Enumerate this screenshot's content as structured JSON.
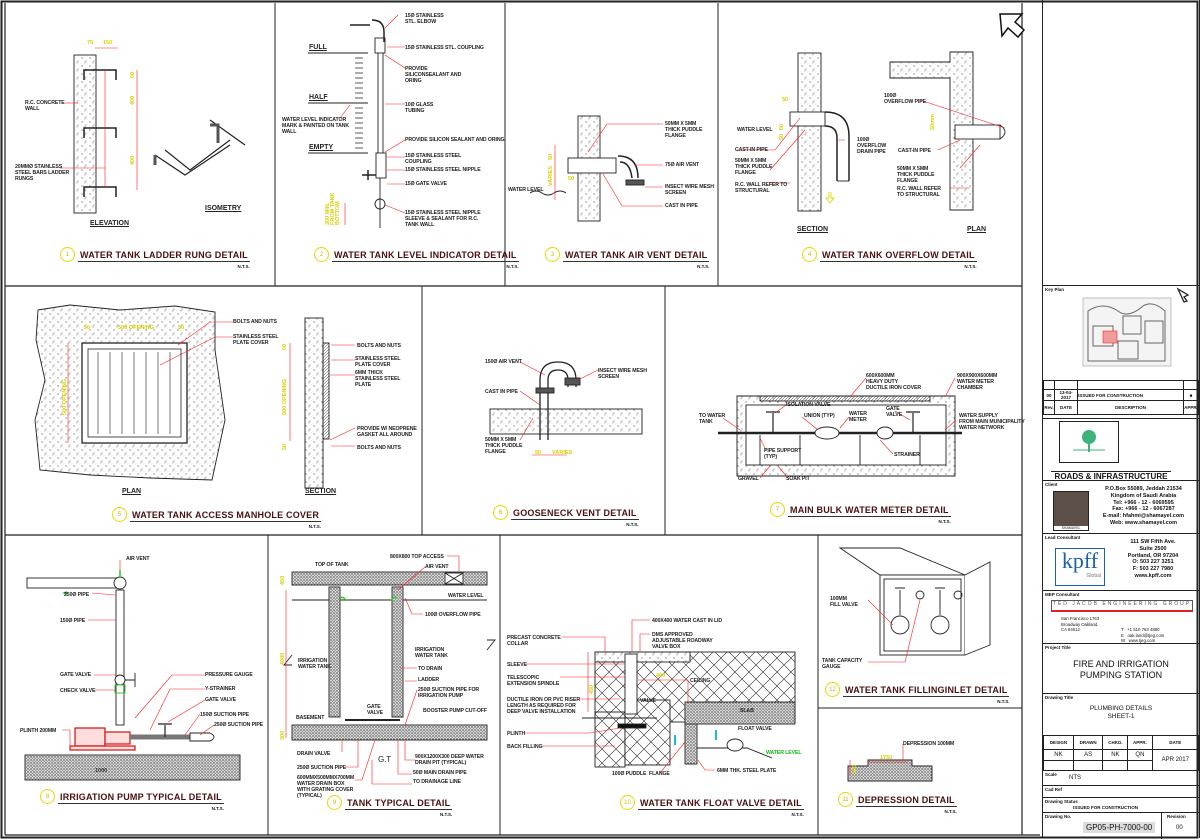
{
  "details": [
    {
      "num": "1",
      "title": "WATER TANK LADDER RUNG DETAIL",
      "scale": "N.T.S.",
      "views": [
        "ELEVATION",
        "ISOMETRY"
      ],
      "labels": [
        "R.C. CONCRETE\nWALL",
        "20mmø STAINLESS\nSTEEL BARS LADDER\nRUNGS"
      ],
      "dims": [
        "75",
        "150",
        "50",
        "400",
        "400"
      ]
    },
    {
      "num": "2",
      "title": "WATER TANK LEVEL INDICATOR DETAIL",
      "scale": "N.T.S.",
      "levels": [
        "FULL",
        "HALF",
        "EMPTY"
      ],
      "labels": [
        "15ø STAINLESS\nSTL. ELBOW",
        "15ø STAINLESS STL. COUPLING",
        "PROVIDE\nSILICONSEALANT AND\nORING",
        "10ø GLASS\nTUBING",
        "PROVIDE SILICON SEALANT AND ORING",
        "15ø STAINLESS STEEL\nCOUPLING",
        "15ø STAINLESS STEEL NIPPLE",
        "15ø GATE VALVE",
        "15ø STAINLESS STEEL NIPPLE\nSLEEVE & SEALANT FOR R.C.\nTANK WALL",
        "WATER LEVEL INDICATOR\nMARK & PAINTED ON TANK\nWALL"
      ],
      "dims": [
        "300 MIN.\nFROM TANK\nBOTTOM"
      ]
    },
    {
      "num": "3",
      "title": "WATER TANK AIR VENT DETAIL",
      "scale": "N.T.S.",
      "labels": [
        "50mm x 5mm\nTHICK PUDDLE\nFLANGE",
        "75ø AIR VENT",
        "INSECT WIRE MESH\nSCREEN",
        "CAST IN PIPE",
        "WATER LEVEL"
      ],
      "dims": [
        "50",
        "VARIES",
        "50"
      ]
    },
    {
      "num": "4",
      "title": "WATER TANK OVERFLOW DETAIL",
      "scale": "N.T.S.",
      "views": [
        "SECTION",
        "PLAN"
      ],
      "labels": [
        "WATER LEVEL",
        "CAST-IN PIPE",
        "50mm x 5mm\nTHICK PUDDLE\nFLANGE",
        "R.C. WALL REFER TO\nSTRUCTURAL",
        "100ø\nOVERFLOW\nDRAIN PIPE",
        "100ø\nOVERFLOW PIPE",
        "CAST-IN PIPE",
        "50mm x 5mm\nTHICK PUDDLE\nFLANGE",
        "R.C. WALL REFER\nTO STRUCTURAL"
      ],
      "dims": [
        "50",
        "50",
        "50",
        "50mm"
      ]
    },
    {
      "num": "5",
      "title": "WATER TANK ACCESS MANHOLE COVER",
      "scale": "N.T.S.",
      "views": [
        "PLAN",
        "SECTION"
      ],
      "labels": [
        "BOLTS AND NUTS",
        "STAINLESS STEEL\nPLATE COVER",
        "BOLTS AND NUTS",
        "STAINLESS STEEL\nPLATE COVER",
        "6mm THICK\nSTAINLESS STEEL\nPLATE",
        "PROVIDE W/ NEOPRENE\nGASKET ALL AROUND",
        "BOLTS AND NUTS"
      ],
      "dims": [
        "50",
        "500 OPENING",
        "50",
        "500 OPENING",
        "500 OPENING",
        "50",
        "50"
      ]
    },
    {
      "num": "6",
      "title": "GOOSENECK VENT DETAIL",
      "scale": "N.T.S.",
      "labels": [
        "150ø AIR VENT",
        "INSECT WIRE MESH\nSCREEN",
        "CAST IN PIPE",
        "50mm x 5mm\nTHICK PUDDLE\nFLANGE"
      ],
      "dims": [
        "50",
        "VARIES"
      ]
    },
    {
      "num": "7",
      "title": "MAIN BULK WATER METER DETAIL",
      "scale": "N.T.S.",
      "labels": [
        "600x600MM\nHEAVY DUTY\nDUCTILE IRON COVER",
        "900x900x600MM\nWATER METER\nCHAMBER",
        "ISOLATION VALVE",
        "TO WATER\nTANK",
        "UNION (TYP)",
        "WATER\nMETER",
        "GATE\nVALVE",
        "WATER SUPPLY\nFROM MAIN MUNICIPALITY\nWATER NETWORK",
        "PIPE SUPPORT\n(TYP)",
        "STRAINER",
        "GRAVEL",
        "SOAK PIT"
      ]
    },
    {
      "num": "8",
      "title": "IRRIGATION PUMP TYPICAL DETAIL",
      "scale": "N.T.S.",
      "labels": [
        "AIR VENT",
        "250ø PIPE",
        "150ø PIPE",
        "GATE VALVE",
        "CHECK VALVE",
        "PRESSURE GAUGE",
        "Y-STRAINER",
        "GATE VALVE",
        "150ø SUCTION PIPE",
        "250ø SUCTION PIPE",
        "PLINTH 200mm"
      ],
      "dims": [
        "1000"
      ]
    },
    {
      "num": "9",
      "title": "TANK TYPICAL DETAIL",
      "scale": "N.T.S.",
      "labels": [
        "800X800 TOP ACCESS",
        "TOP OF TANK",
        "AIR VENT",
        "WATER LEVEL",
        "100ø OVERFLOW PIPE",
        "IRRIGATION\nWATER TANK",
        "IRRIGATION\nWATER TANK",
        "TO DRAIN",
        "LADDER",
        "250ø SUCTION PIPE FOR\nIRRIGATION PUMP",
        "BOOSTER PUMP CUT-OFF",
        "BASEMENT",
        "GATE\nVALVE",
        "DRAIN VALVE",
        "250ø SUCTION PIPE",
        "600MMX500MMX700MM\nWATER DRAIN BOX\nWITH GRATING COVER\n(TYPICAL)",
        "G.T",
        "900X1200X300 DEEP WATER\nDRAIN PIT (TYPICAL)",
        "50ø MAIN DRAIN PIPE",
        "TO DRAINAGE LINE"
      ],
      "dims": [
        "450",
        "4000",
        "300"
      ]
    },
    {
      "num": "10",
      "title": "WATER TANK FLOAT VALVE DETAIL",
      "scale": "N.T.S.",
      "labels": [
        "400x400 WATER CAST IN LID",
        "DMS APPROVED\nADJUSTABLE ROADWAY\nVALVE BOX",
        "PRECAST CONCRETE\nCOLLAR",
        "SLEEVE",
        "TELESCOPIC\nEXTENSION SPINDLE",
        "DUCTILE IRON OR PVC RISER\nLENGTH AS REQUIRED FOR\nDEEP VALVE INSTALLATION",
        "PLINTH",
        "BACK FILLING",
        "VALVE",
        "CEILING",
        "SLAB",
        "FLOAT VALVE",
        "WATER LEVEL",
        "100ø PUDDLE  FLANGE",
        "6MM THK. STEEL PLATE"
      ],
      "dims": [
        "400",
        "450"
      ]
    },
    {
      "num": "11",
      "title": "DEPRESSION DETAIL",
      "scale": "N.T.S.",
      "labels": [
        "DEPRESSION 100mm"
      ],
      "dims": [
        "1750",
        "100"
      ]
    },
    {
      "num": "12",
      "title": "WATER TANK FILLINGINLET DETAIL",
      "scale": "N.T.S.",
      "labels": [
        "100MM\nFILL VALVE",
        "TANK CAPACITY\nGAUGE"
      ]
    }
  ],
  "title_block": {
    "key_plan_label": "Key Plan",
    "revisions": [
      {
        "rev": "00",
        "date": "13-04-2017",
        "description": "ISSUED FOR CONSTRUCTION",
        "appr": "■"
      }
    ],
    "rev_headers": {
      "rev": "Rev.",
      "date": "DATE",
      "description": "DESCRIPTION",
      "appr": "APPR."
    },
    "owner_logo_text": "ROADS & INFRASTRUCTURE",
    "client_label": "Client",
    "client_logo": "SHAMAYEL",
    "client_address": [
      "P.O.Box 55089, Jeddah 21534",
      "Kingdom of Saudi Arabia",
      "Tel: +966 - 12 - 6069595",
      "Fax: +966 - 12 - 6067287",
      "E-mail: hfahmi@shamayel.com",
      "Web: www.shamayel.com"
    ],
    "lead_consultant_label": "Lead Consultant",
    "lead_logo": "kpff",
    "lead_logo_sub": "Global",
    "lead_address": [
      "111 SW Fifth Ave.",
      "Suite 2500",
      "Portland, OR 97204",
      "O: 503 227 3251",
      "F: 503 227 7980",
      "www.kpff.com"
    ],
    "mep_label": "MEP Consultant",
    "mep_logo": "TED JACOB ENGINEERING GROUP",
    "mep_address_left": [
      "San Francisco 1763",
      "Broadway Oakland,",
      "CA 94612"
    ],
    "mep_address_right": [
      "T   +1 510 763 4880",
      "E   oak.land@tjeg.com",
      "W   www.tjeg.com"
    ],
    "project_title_label": "Project Title",
    "project_title": [
      "FIRE AND IRRIGATION",
      "PUMPING STATION"
    ],
    "drawing_title_label": "Drawing Title",
    "drawing_title": [
      "PLUMBING DETAILS",
      "SHEET-1"
    ],
    "sign_headers": [
      "DESIGN",
      "DRAWN",
      "CHKD.",
      "APPR.",
      "DATE"
    ],
    "sign_values": [
      "NK",
      "AS",
      "NK",
      "QN",
      "APR 2017"
    ],
    "scale_label": "Scale",
    "scale": "NTS",
    "cad_ref_label": "Cad Ref",
    "status_label": "Drawing Status",
    "status": "ISSUED FOR CONSTRUCTION",
    "drawing_no_label": "Drawing No.",
    "drawing_no": "GP05-PH-7000-00",
    "revision_label": "Revision",
    "revision": "00"
  },
  "colors": {
    "leader": "#ff1a1a",
    "dimension": "#e0d800",
    "title": "#4a1010",
    "green": "#22cc22",
    "line": "#222222"
  }
}
